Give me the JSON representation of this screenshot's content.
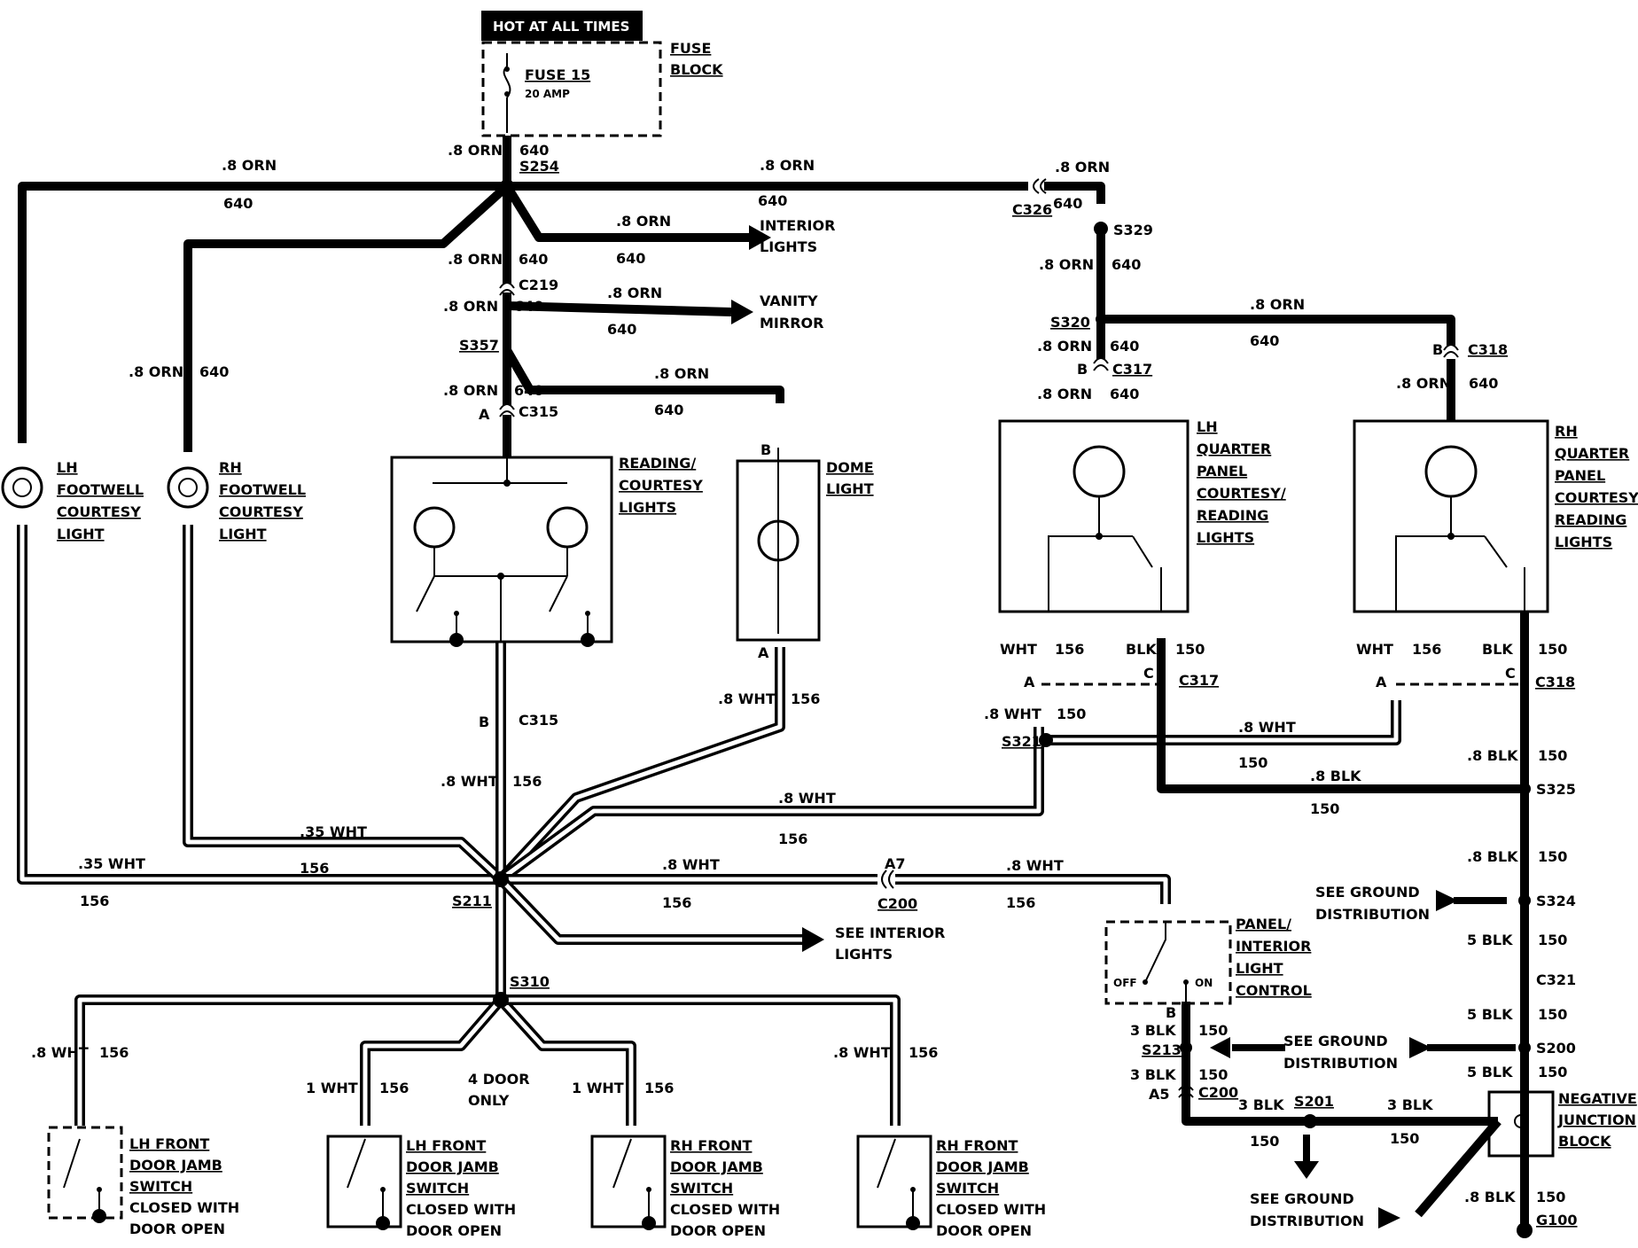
{
  "power": {
    "label": "HOT AT ALL TIMES"
  },
  "fuse_block": {
    "title_line1": "FUSE",
    "title_line2": "BLOCK",
    "fuse": "FUSE 15",
    "rating": "20 AMP"
  },
  "wire_labels": {
    "orn_08": ".8 ORN",
    "circuit_640": "640",
    "wht_08": ".8 WHT",
    "wht_035": ".35 WHT",
    "wht_1": "1 WHT",
    "circuit_156": "156",
    "wht": "WHT",
    "blk": "BLK",
    "blk_08": ".8 BLK",
    "blk_3": "3 BLK",
    "blk_5": "5 BLK",
    "circuit_150": "150"
  },
  "splices": {
    "s254": "S254",
    "s357": "S357",
    "s329": "S329",
    "s320": "S320",
    "s321": "S321",
    "s325": "S325",
    "s324": "S324",
    "s211": "S211",
    "s310": "S310",
    "s213": "S213",
    "s200": "S200",
    "s201": "S201"
  },
  "connectors": {
    "c219": "C219",
    "c315": "C315",
    "c326": "C326",
    "c317": "C317",
    "c318": "C318",
    "c200": "C200",
    "c321": "C321",
    "g100": "G100",
    "pin_a": "A",
    "pin_b": "B",
    "pin_c": "C",
    "pin_a5": "A5",
    "pin_a7": "A7"
  },
  "destinations": {
    "interior_lights_1": "INTERIOR",
    "interior_lights_2": "LIGHTS",
    "vanity_1": "VANITY",
    "vanity_2": "MIRROR",
    "see_interior_1": "SEE INTERIOR",
    "see_interior_2": "LIGHTS",
    "ground_dist_1": "SEE GROUND",
    "ground_dist_2": "DISTRIBUTION"
  },
  "components": {
    "lh_footwell": [
      "LH",
      "FOOTWELL",
      "COURTESY",
      "LIGHT"
    ],
    "rh_footwell": [
      "RH",
      "FOOTWELL",
      "COURTESY",
      "LIGHT"
    ],
    "reading": [
      "READING/",
      "COURTESY",
      "LIGHTS"
    ],
    "dome": [
      "DOME",
      "LIGHT"
    ],
    "lh_quarter": [
      "LH",
      "QUARTER",
      "PANEL",
      "COURTESY/",
      "READING",
      "LIGHTS"
    ],
    "rh_quarter": [
      "RH",
      "QUARTER",
      "PANEL",
      "COURTESY/",
      "READING",
      "LIGHTS"
    ],
    "panel_control": [
      "PANEL/",
      "INTERIOR",
      "LIGHT",
      "CONTROL"
    ],
    "switch_off": "OFF",
    "switch_on": "ON",
    "negative_block": [
      "NEGATIVE",
      "JUNCTION",
      "BLOCK"
    ],
    "lh_front_jamb": [
      "LH FRONT",
      "DOOR JAMB",
      "SWITCH",
      "CLOSED WITH",
      "DOOR OPEN"
    ],
    "lh_rear_jamb": [
      "LH FRONT",
      "DOOR JAMB",
      "SWITCH",
      "CLOSED WITH",
      "DOOR OPEN"
    ],
    "rh_rear_jamb": [
      "RH FRONT",
      "DOOR JAMB",
      "SWITCH",
      "CLOSED WITH",
      "DOOR OPEN"
    ],
    "rh_front_jamb": [
      "RH FRONT",
      "DOOR JAMB",
      "SWITCH",
      "CLOSED WITH",
      "DOOR OPEN"
    ],
    "four_door_1": "4 DOOR",
    "four_door_2": "ONLY"
  }
}
